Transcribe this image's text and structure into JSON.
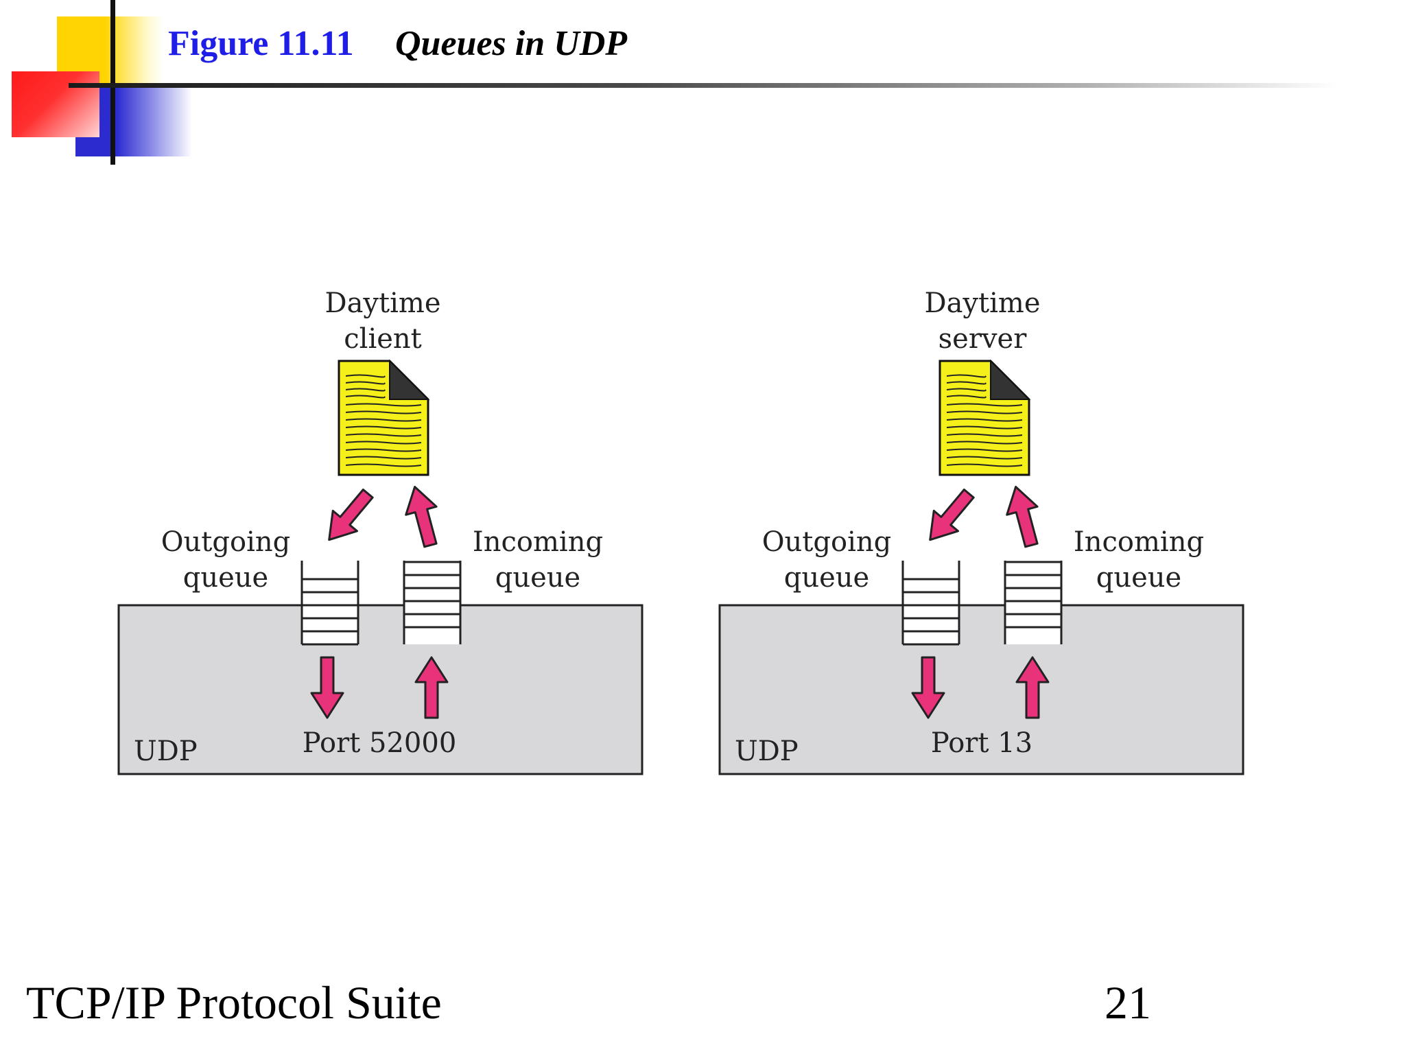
{
  "header": {
    "figure_number": "Figure 11.11",
    "figure_title": "Queues in UDP"
  },
  "footer": {
    "text": "TCP/IP Protocol Suite",
    "page_number": "21"
  },
  "colors": {
    "accent_blue": "#1e1ee6",
    "udp_box_fill": "#d8d7da",
    "document_fill": "#f5f01a",
    "arrow_fill": "#e8327a"
  },
  "panels": [
    {
      "app_label_line1": "Daytime",
      "app_label_line2": "client",
      "outgoing_line1": "Outgoing",
      "outgoing_line2": "queue",
      "incoming_line1": "Incoming",
      "incoming_line2": "queue",
      "layer_label": "UDP",
      "port_label": "Port 52000"
    },
    {
      "app_label_line1": "Daytime",
      "app_label_line2": "server",
      "outgoing_line1": "Outgoing",
      "outgoing_line2": "queue",
      "incoming_line1": "Incoming",
      "incoming_line2": "queue",
      "layer_label": "UDP",
      "port_label": "Port 13"
    }
  ]
}
